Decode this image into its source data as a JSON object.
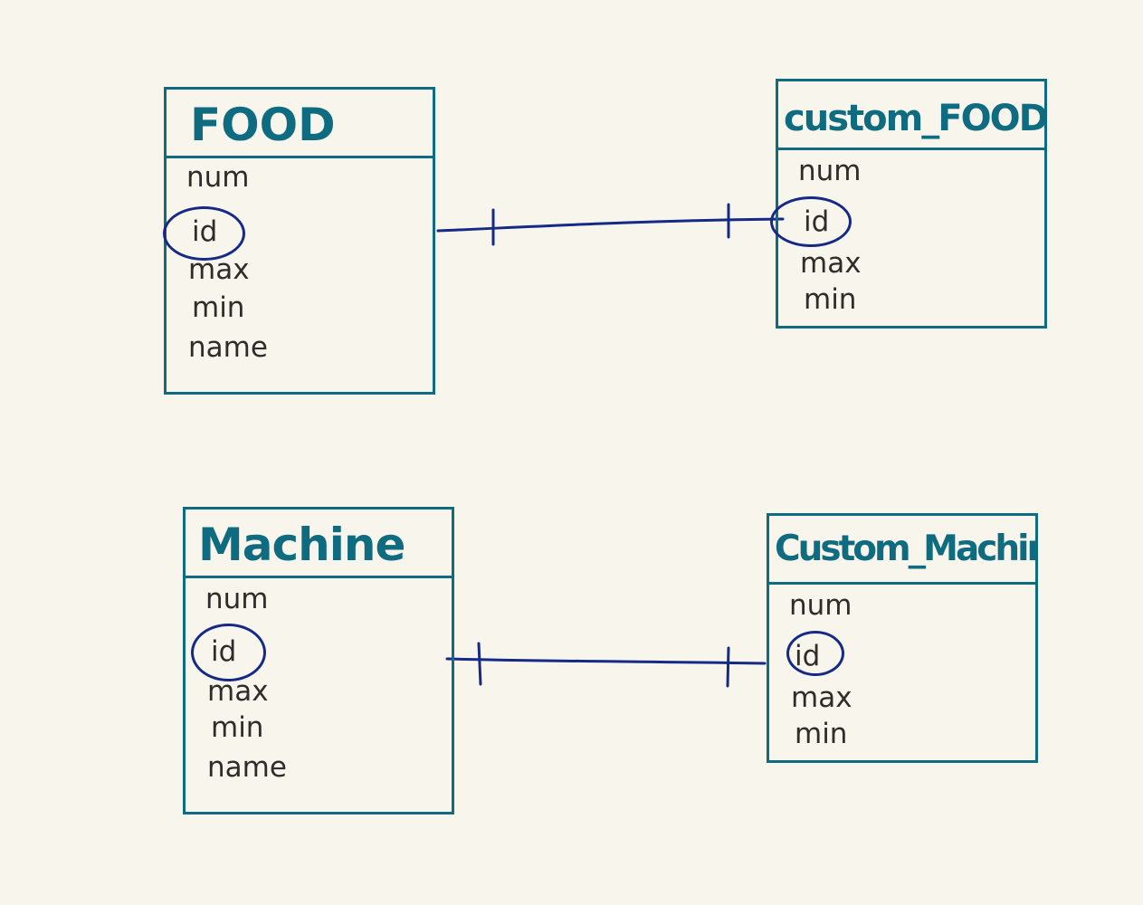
{
  "colors": {
    "background": "#f8f6ec",
    "entity_border": "#0e6b80",
    "title_text": "#0e6b80",
    "field_text": "#2f2d2b",
    "relationship_line": "#152a86"
  },
  "entities": [
    {
      "title": "FOOD",
      "fields": [
        "num",
        "id",
        "max",
        "min",
        "name"
      ],
      "key_field": "id"
    },
    {
      "title": "custom_FOOD",
      "fields": [
        "num",
        "id",
        "max",
        "min"
      ],
      "key_field": "id"
    },
    {
      "title": "Machine",
      "fields": [
        "num",
        "id",
        "max",
        "min",
        "name"
      ],
      "key_field": "id"
    },
    {
      "title": "Custom_Machine",
      "fields": [
        "num",
        "id",
        "max",
        "min"
      ],
      "key_field": "id"
    }
  ],
  "relationships": [
    {
      "from": "FOOD",
      "to": "custom_FOOD",
      "cardinality": "one-to-one",
      "via": "id"
    },
    {
      "from": "Machine",
      "to": "Custom_Machine",
      "cardinality": "one-to-one",
      "via": "id"
    }
  ]
}
